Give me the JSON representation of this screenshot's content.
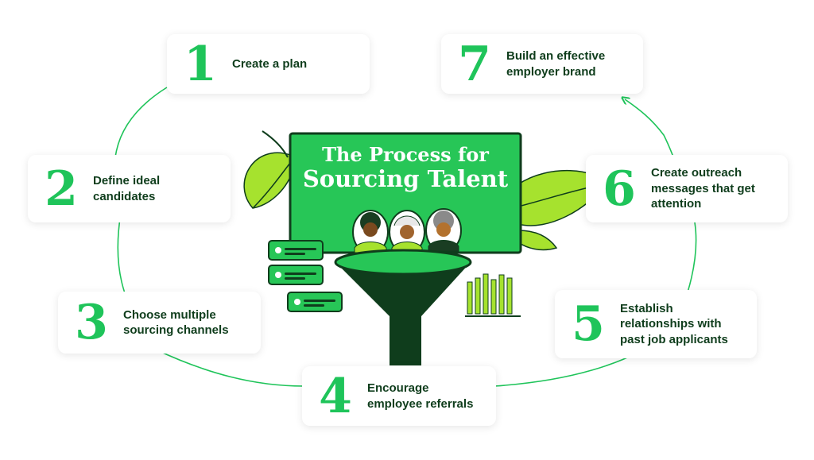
{
  "title": {
    "line1": "The Process for",
    "line2": "Sourcing Talent"
  },
  "steps": [
    {
      "number": "1",
      "label_lines": [
        "Create a plan"
      ]
    },
    {
      "number": "2",
      "label_lines": [
        "Define ideal",
        "candidates"
      ]
    },
    {
      "number": "3",
      "label_lines": [
        "Choose multiple",
        "sourcing channels"
      ]
    },
    {
      "number": "4",
      "label_lines": [
        "Encourage",
        "employee referrals"
      ]
    },
    {
      "number": "5",
      "label_lines": [
        "Establish",
        "relationships with",
        "past job applicants"
      ]
    },
    {
      "number": "6",
      "label_lines": [
        "Create outreach",
        "messages that get",
        "attention"
      ]
    },
    {
      "number": "7",
      "label_lines": [
        "Build an effective",
        "employer brand"
      ]
    }
  ],
  "colors": {
    "accent": "#1fc45a",
    "dark": "#0f3d1c",
    "lime": "#a6e22e",
    "screen": "#27c657"
  },
  "icons": [
    "leaf-icon",
    "funnel-icon",
    "candidate-avatar-icon",
    "bar-chart-icon",
    "list-card-icon",
    "cycle-arrow-icon"
  ]
}
